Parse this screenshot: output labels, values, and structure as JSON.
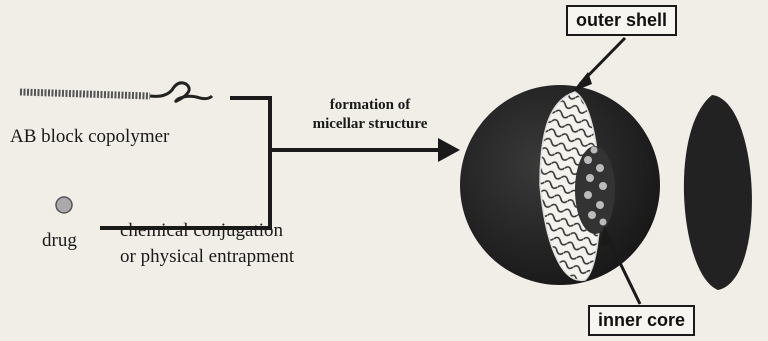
{
  "diagram": {
    "polymer_label": "AB block copolymer",
    "drug_label": "drug",
    "process_label_line1": "formation of",
    "process_label_line2": "micellar structure",
    "method_label_line1": "chemical conjugation",
    "method_label_line2": "or physical entrapment",
    "outer_shell_label": "outer shell",
    "inner_core_label": "inner core"
  }
}
